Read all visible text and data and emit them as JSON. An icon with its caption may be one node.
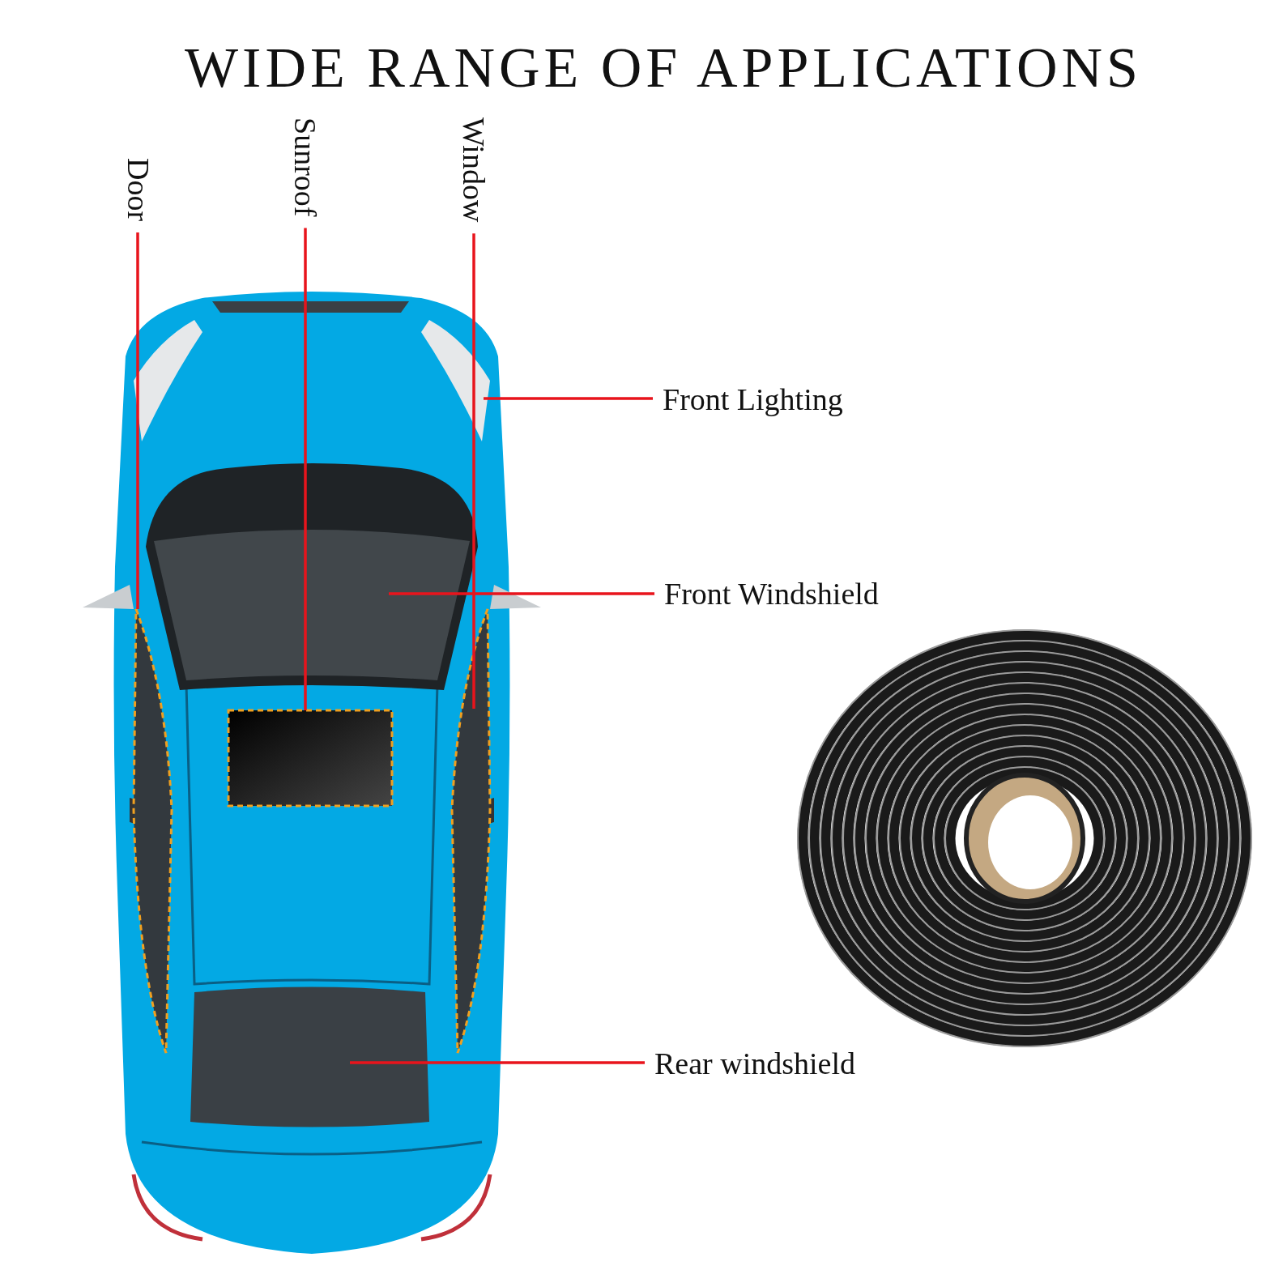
{
  "diagram": {
    "title": "WIDE RANGE OF APPLICATIONS",
    "nodes": [
      {
        "text": [
          "Door"
        ]
      },
      {
        "text": [
          "Sunroof"
        ]
      },
      {
        "text": [
          "Window"
        ]
      },
      {
        "text": [
          "Front Lighting"
        ]
      },
      {
        "text": [
          "Front Windshield"
        ]
      },
      {
        "text": [
          "Rear windshield"
        ]
      },
      {
        "text": [],
        "shape": "box"
      },
      {
        "text": [],
        "shape": "box"
      },
      {
        "text": [],
        "shape": "box"
      },
      {
        "text": [],
        "shape": "box"
      },
      {
        "text": [],
        "shape": "box"
      },
      {
        "text": [],
        "shape": "box"
      },
      {
        "text": [],
        "shape": "box"
      }
    ],
    "edges": [
      {
        "from": 0,
        "to": 6,
        "arrow": "none"
      },
      {
        "from": 1,
        "to": 7,
        "arrow": "none"
      },
      {
        "from": 2,
        "to": 8,
        "arrow": "none"
      },
      {
        "from": 3,
        "to": 9,
        "arrow": "none"
      },
      {
        "from": 4,
        "to": 10,
        "arrow": "none"
      },
      {
        "from": 5,
        "to": 11,
        "arrow": "none"
      }
    ]
  }
}
